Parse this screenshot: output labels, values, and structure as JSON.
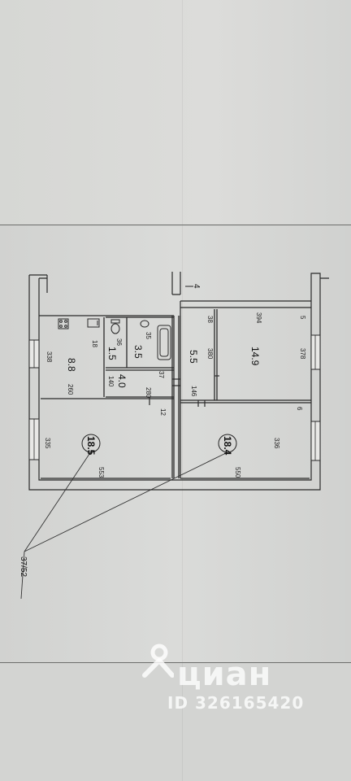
{
  "plan": {
    "rooms": [
      {
        "id": "kitchen",
        "area": "8.8",
        "dims": [
          "338",
          "18",
          "260"
        ]
      },
      {
        "id": "wc",
        "area": "1.5",
        "dims": [
          "36"
        ]
      },
      {
        "id": "bath",
        "area": "3.5",
        "dims": [
          "35"
        ]
      },
      {
        "id": "hall-small",
        "area": "4.0",
        "dims": [
          "140",
          "37",
          "280"
        ]
      },
      {
        "id": "corridor",
        "area": "5.5",
        "dims": [
          "38",
          "380",
          "146"
        ]
      },
      {
        "id": "room-a",
        "area": "14.9",
        "dims": [
          "394",
          "5",
          "378"
        ]
      },
      {
        "id": "room-b",
        "area": "18.5",
        "dims": [
          "12",
          "335",
          "553"
        ]
      },
      {
        "id": "room-c",
        "area": "18.4",
        "dims": [
          "6",
          "336",
          "550"
        ]
      }
    ],
    "wall_mark": "4",
    "flat_number": "37/52"
  },
  "watermark": {
    "brand": "циан",
    "listing_id": "ID 326165420"
  }
}
